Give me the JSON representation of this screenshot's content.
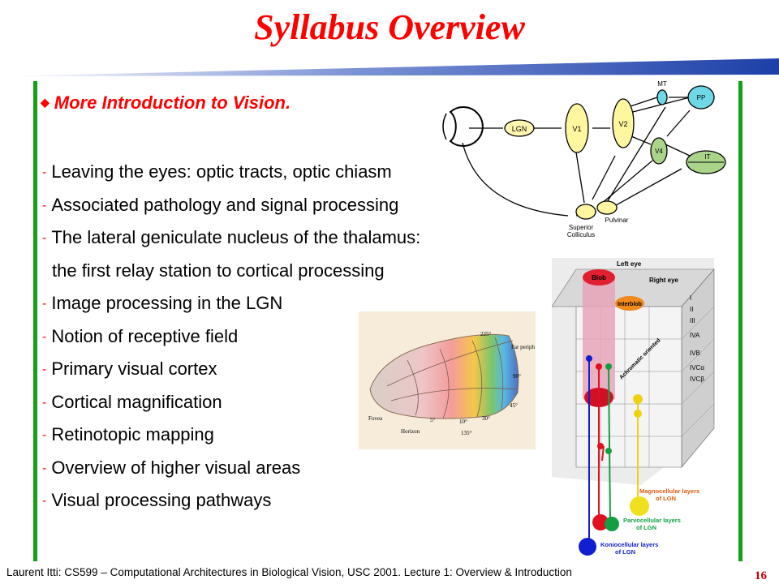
{
  "slide": {
    "title": "Syllabus Overview",
    "heading": "More Introduction to Vision.",
    "heading_bullet": "u",
    "items": [
      {
        "dash": "-",
        "text": "Leaving the eyes: optic tracts, optic chiasm"
      },
      {
        "dash": "-",
        "text": "Associated pathology and signal processing"
      },
      {
        "dash": "-",
        "text": "The lateral geniculate nucleus of the thalamus:"
      },
      {
        "dash": "",
        "text": "the first relay station to cortical processing"
      },
      {
        "dash": "-",
        "text": "Image processing in the LGN"
      },
      {
        "dash": "-",
        "text": "Notion of receptive field"
      },
      {
        "dash": "-",
        "text": "Primary visual cortex"
      },
      {
        "dash": "-",
        "text": "Cortical magnification"
      },
      {
        "dash": "-",
        "text": "Retinotopic mapping"
      },
      {
        "dash": "-",
        "text": "Overview of higher visual areas"
      },
      {
        "dash": "-",
        "text": "Visual processing pathways"
      }
    ],
    "footer": "Laurent Itti: CS599 – Computational Architectures in Biological Vision, USC 2001. Lecture 1: Overview & Introduction",
    "page_number": "16"
  },
  "figures": {
    "pathway": {
      "labels": {
        "lgn": "LGN",
        "v1": "V1",
        "v2": "V2",
        "v4": "V4",
        "mt": "MT",
        "pp": "PP",
        "it": "IT",
        "sc1": "Superior",
        "sc2": "Colliculus",
        "pulvinar": "Pulvinar"
      }
    },
    "retina": {
      "labels": {
        "deg225": "225°",
        "far": "Far periph",
        "deg90": "90°",
        "deg45": "45°",
        "deg30": "30°",
        "deg10": "10°",
        "deg5": "5°",
        "deg135": "135°",
        "fovea": "Fovea",
        "horizon": "Horizon"
      }
    },
    "cortex": {
      "labels": {
        "left_eye": "Left eye",
        "right_eye": "Right eye",
        "blob": "Blob",
        "interblob": "Interblob",
        "achromatic": "Achromatic oriented",
        "l1": "I",
        "l2": "II",
        "l3": "III",
        "l4a": "IVA",
        "l4b": "IVB",
        "l4ca": "IVCα",
        "l4cb": "IVCβ",
        "magno1": "Magnocellular layers",
        "magno2": "of LGN",
        "parvo1": "Parvocellular layers",
        "parvo2": "of LGN",
        "konio1": "Koniocellular layers",
        "konio2": "of LGN"
      }
    }
  },
  "colors": {
    "title": "#ff0000",
    "divider": "#14a014",
    "bar_dark": "#1c3fa8",
    "bar_light": "#ffffff"
  }
}
